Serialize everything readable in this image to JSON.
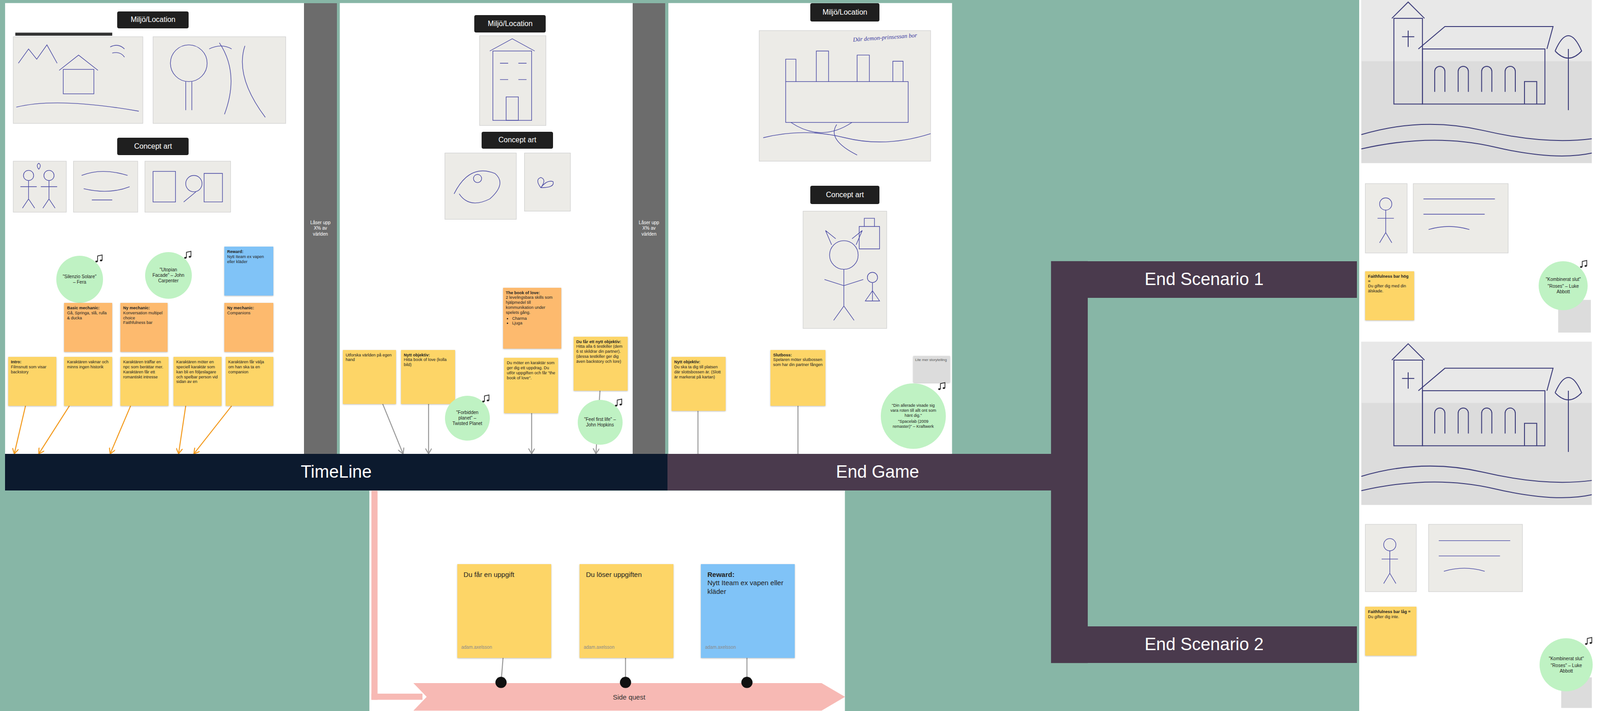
{
  "diagram": {
    "nodes": [
      {
        "text": [
          "Miljö/Location"
        ]
      },
      {
        "text": [
          "Concept art"
        ]
      },
      {
        "text": [
          "\"Silenzio Solare\" – Fera"
        ]
      },
      {
        "text": [
          "\"Utopian Facade\" – John Carpenter"
        ]
      },
      {
        "text": [
          "Reward:",
          "Nytt Iteam ex vapen eller kläder"
        ]
      },
      {
        "text": [
          "Basic mechanic:",
          "Gå, Springa, slå, rulla & ducka"
        ]
      },
      {
        "text": [
          "Ny mechanic:",
          "Konversation multipel choice",
          "Faithfulness bar"
        ]
      },
      {
        "text": [
          "Ny mechanic:",
          "Companions"
        ]
      },
      {
        "text": [
          "Intro:",
          "Filmsnutt som visar backstory"
        ]
      },
      {
        "text": [
          "Karaktären vaknar och minns ingen historik"
        ]
      },
      {
        "text": [
          "Karaktären träffar en npc som berättar mer. Karaktären får ett romantiskt intresse"
        ]
      },
      {
        "text": [
          "Karaktären möter en speciell karaktär som kan bli en följeslagare och spelbar person vid sidan av en"
        ]
      },
      {
        "text": [
          "Karaktären får välja om han ska ta en companion"
        ]
      },
      {
        "text": [
          "Låser upp X% av världen"
        ]
      },
      {
        "text": [
          "Miljö/Location"
        ]
      },
      {
        "text": [
          "Concept art"
        ]
      },
      {
        "text": [
          "The book of love:",
          "2 levelingsbara skills som hjälpmedel till kommunikation under spelets gång.",
          "Charma",
          "Ljuga"
        ]
      },
      {
        "text": [
          "Utforska världen på egen hand"
        ]
      },
      {
        "text": [
          "Nytt objektiv:",
          "Hitta book of love (kolla bild)"
        ]
      },
      {
        "text": [
          "Du möter en karaktär som ger dig ett uppdrag. Du utför uppgiften och får \"the book of love\"."
        ]
      },
      {
        "text": [
          "Du får ett nytt objektiv:",
          "Hitta alla 6 testkiller (dem 6 st skildrar din partner). (dessa testkiller ger dig även backstory och lore)"
        ]
      },
      {
        "text": [
          "\"Forbidden planet\" – Twisted Planet"
        ]
      },
      {
        "text": [
          "\"Feel first life\" – John Hopkins"
        ]
      },
      {
        "text": [
          "Låser upp X% av världen"
        ]
      },
      {
        "text": [
          "Miljö/Location"
        ]
      },
      {
        "text": [
          "Concept art"
        ]
      },
      {
        "text": [
          "Nytt objektiv:",
          "Du ska ta dig till platsen där slottsbossen är. (Slott är markerat på kartan)"
        ]
      },
      {
        "text": [
          "Slutboss:",
          "Spelaren möter slutbossen som har din partner fången"
        ]
      },
      {
        "text": [
          "Lite mer storytelling"
        ]
      },
      {
        "text": [
          "\"Din allerade visade sig vara roten till allt ont som hänt dig.\"",
          "\"Spacelab (2009 remaster)\" – Kraftwerk"
        ]
      },
      {
        "text": [
          "TimeLine"
        ]
      },
      {
        "text": [
          "End Game"
        ]
      },
      {
        "text": [
          "End Scenario 1"
        ]
      },
      {
        "text": [
          "End Scenario 2"
        ]
      },
      {
        "text": [
          "Faithfulness bar hög =",
          "Du gifter dig med din älskade."
        ]
      },
      {
        "text": [
          "\"Kombinerat slut\"",
          "\"Roses\" – Luke Abbott"
        ]
      },
      {
        "text": [
          "Faithfulness bar låg =",
          "Du gifter dig inte."
        ]
      },
      {
        "text": [
          "\"Kombinerat slut\"",
          "\"Roses\" – Luke Abbott"
        ]
      },
      {
        "text": [
          "Du får en uppgift"
        ]
      },
      {
        "text": [
          "Du löser uppgiften"
        ]
      },
      {
        "text": [
          "Reward:",
          "Nytt Iteam ex vapen eller kläder"
        ]
      },
      {
        "text": [
          "Side quest"
        ]
      }
    ],
    "edges": [
      {
        "from": 8,
        "to": 30,
        "arrow": "to"
      },
      {
        "from": 9,
        "to": 30,
        "arrow": "to"
      },
      {
        "from": 10,
        "to": 30,
        "arrow": "to"
      },
      {
        "from": 11,
        "to": 30,
        "arrow": "to"
      },
      {
        "from": 12,
        "to": 30,
        "arrow": "to"
      },
      {
        "from": 17,
        "to": 30,
        "arrow": "to"
      },
      {
        "from": 18,
        "to": 30,
        "arrow": "to"
      },
      {
        "from": 19,
        "to": 30,
        "arrow": "to"
      },
      {
        "from": 20,
        "to": 30,
        "arrow": "to"
      },
      {
        "from": 26,
        "to": 31,
        "arrow": "none"
      },
      {
        "from": 27,
        "to": 31,
        "arrow": "none"
      },
      {
        "from": 38,
        "to": 41,
        "arrow": "to"
      },
      {
        "from": 39,
        "to": 41,
        "arrow": "to"
      },
      {
        "from": 40,
        "to": 41,
        "arrow": "to"
      }
    ],
    "labels": [
      "Där demon-prinsessan bor",
      "adam.axelsson",
      "adam.axelsson",
      "adam.axelsson"
    ]
  }
}
